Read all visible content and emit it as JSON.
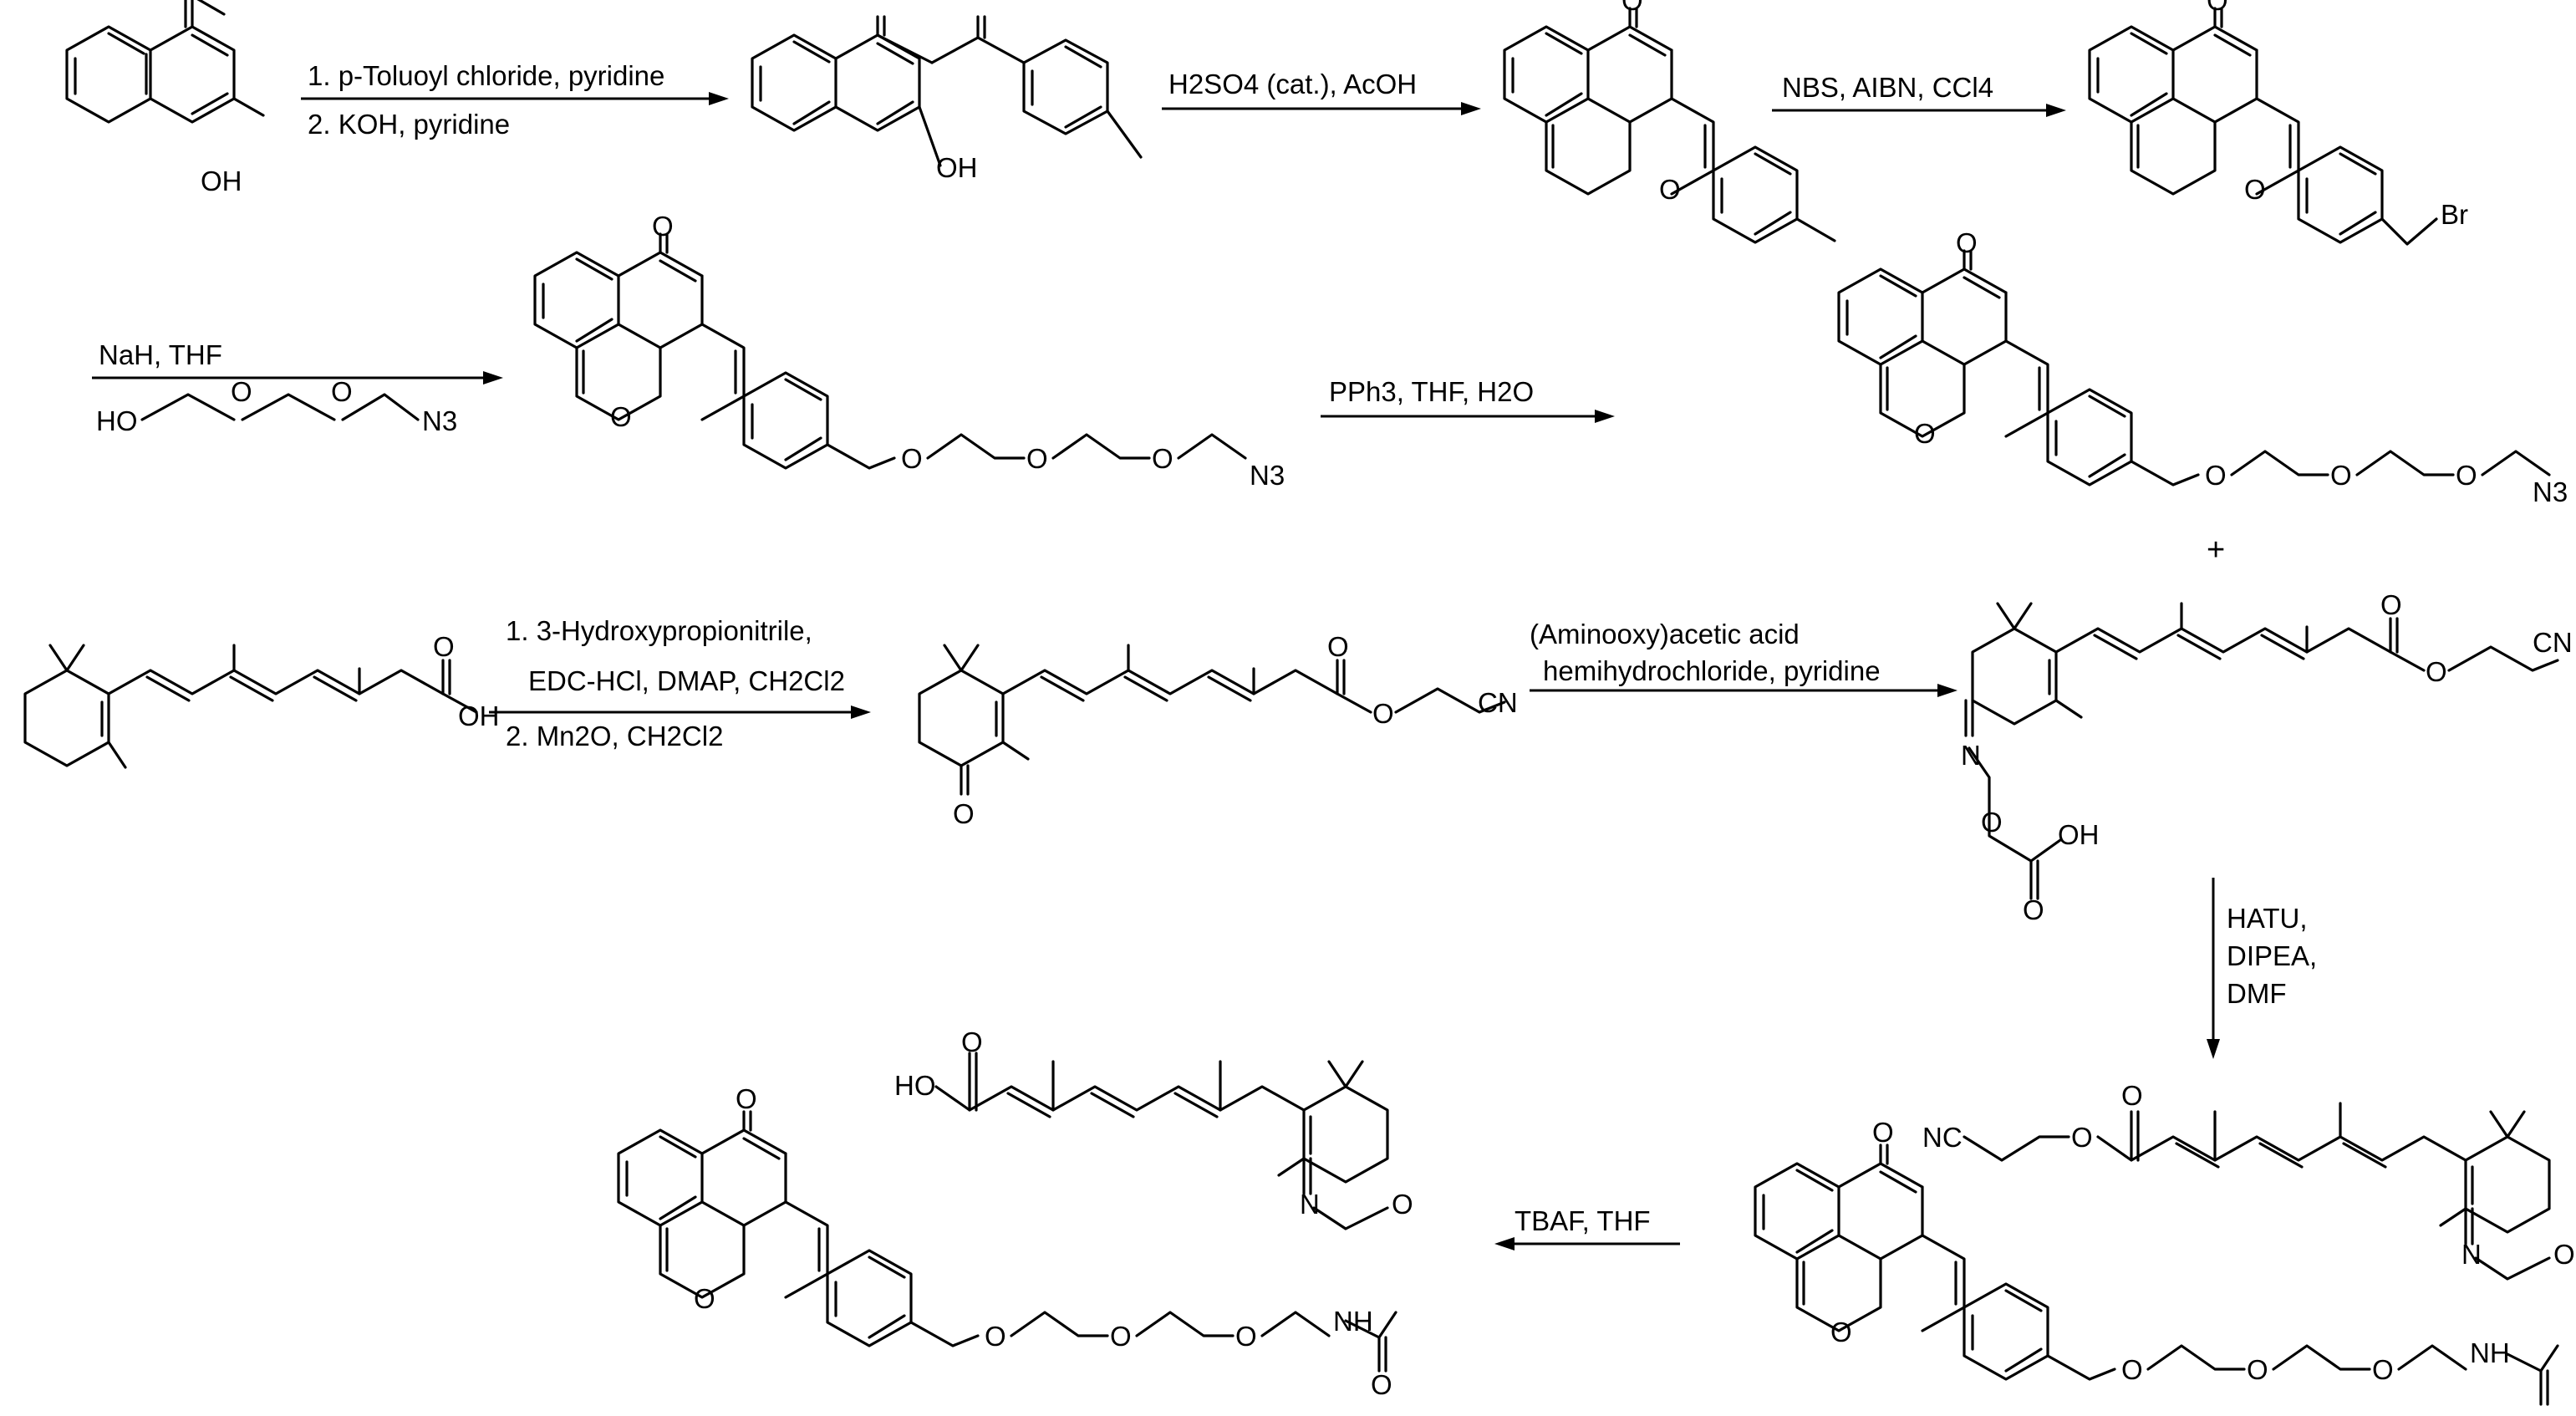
{
  "scheme": {
    "steps": [
      {
        "id": "step1",
        "lines": [
          "1. p-Toluoyl chloride, pyridine",
          "2. KOH, pyridine"
        ],
        "italic_prefix": "p"
      },
      {
        "id": "step2",
        "lines": [
          "H2SO4 (cat.), AcOH"
        ]
      },
      {
        "id": "step3",
        "lines": [
          "NBS, AIBN, CCl4"
        ]
      },
      {
        "id": "step4",
        "lines": [
          "NaH, THF"
        ],
        "reagent_label": "HO–O–O–N3"
      },
      {
        "id": "step5",
        "lines": [
          "PPh3, THF, H2O"
        ]
      },
      {
        "id": "step6",
        "lines": [
          "1. 3-Hydroxypropionitrile,",
          "EDC-HCl, DMAP, CH2Cl2",
          "2. Mn2O, CH2Cl2"
        ]
      },
      {
        "id": "step7",
        "lines": [
          "(Aminooxy)acetic acid",
          "hemihydrochloride, pyridine"
        ]
      },
      {
        "id": "step8",
        "lines": [
          "HATU,",
          "DIPEA,",
          "DMF"
        ]
      },
      {
        "id": "step9",
        "lines": [
          "TBAF, THF"
        ]
      }
    ],
    "plus_sign": "+",
    "atom_labels": {
      "O": "O",
      "OH": "OH",
      "HO": "HO",
      "Br": "Br",
      "N": "N",
      "N3": "N3",
      "CN": "CN",
      "NC": "NC",
      "NH": "NH"
    }
  }
}
